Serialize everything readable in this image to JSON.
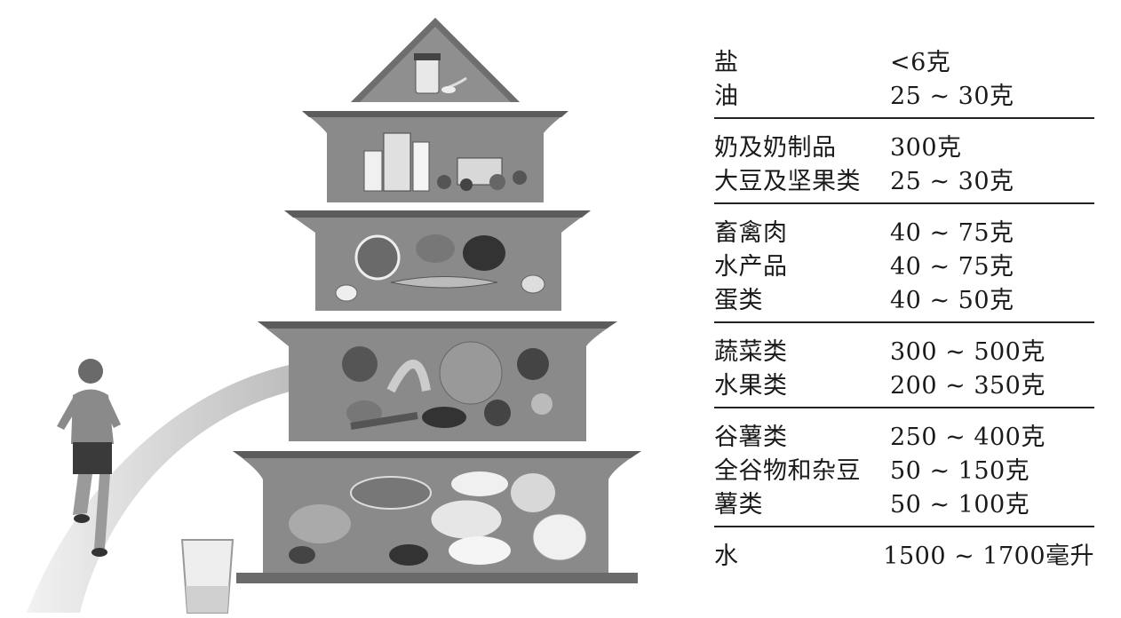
{
  "groups": [
    {
      "items": [
        {
          "name": "盐",
          "amount": "<6克"
        },
        {
          "name": "油",
          "amount": "25 ~ 30克"
        }
      ]
    },
    {
      "items": [
        {
          "name": "奶及奶制品",
          "amount": "300克"
        },
        {
          "name": "大豆及坚果类",
          "amount": "25 ~ 30克"
        }
      ]
    },
    {
      "items": [
        {
          "name": "畜禽肉",
          "amount": "40 ~ 75克"
        },
        {
          "name": "水产品",
          "amount": "40 ~ 75克"
        },
        {
          "name": "蛋类",
          "amount": "40 ~ 50克"
        }
      ]
    },
    {
      "items": [
        {
          "name": "蔬菜类",
          "amount": "300 ~ 500克"
        },
        {
          "name": "水果类",
          "amount": "200 ~ 350克"
        }
      ]
    },
    {
      "items": [
        {
          "name": "谷薯类",
          "amount": "250 ~ 400克"
        },
        {
          "name": "全谷物和杂豆",
          "amount": "50 ~ 150克"
        },
        {
          "name": "薯类",
          "amount": "50 ~ 100克"
        }
      ]
    },
    {
      "items": [
        {
          "name": "水",
          "amount": "1500 ~ 1700毫升"
        }
      ]
    }
  ],
  "colors": {
    "tier_fill": "#8a8a8a",
    "tier_light": "#b5b5b5",
    "divider": "#222222",
    "path": "#d6d6d6"
  },
  "icons": [
    "salt-oil-icon",
    "dairy-soy-icon",
    "meat-fish-egg-icon",
    "vegetable-fruit-icon",
    "grain-tuber-icon",
    "water-glass-icon",
    "runner-figure"
  ]
}
